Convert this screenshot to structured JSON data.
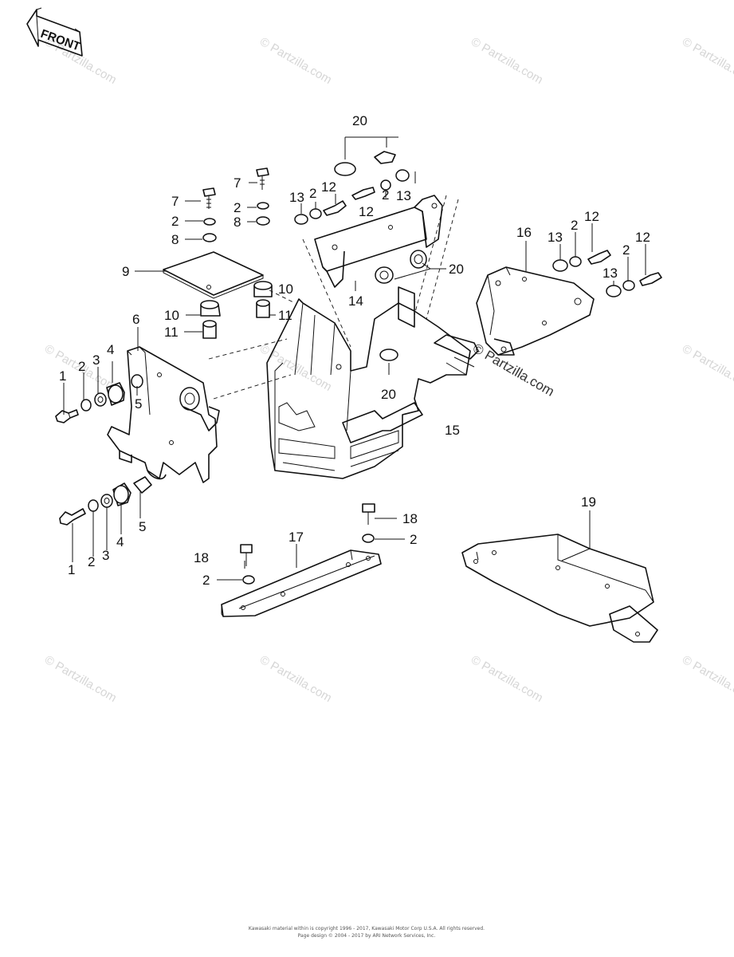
{
  "front_badge": "FRONT",
  "watermark": "© Partzilla.com",
  "callouts": {
    "p1a": "1",
    "p2a": "2",
    "p3a": "3",
    "p4a": "4",
    "p5a": "5",
    "p6": "6",
    "p1b": "1",
    "p2b": "2",
    "p3b": "3",
    "p4b": "4",
    "p5b": "5",
    "p7a": "7",
    "p7b": "7",
    "p2c": "2",
    "p2d": "2",
    "p8a": "8",
    "p8b": "8",
    "p9": "9",
    "p10a": "10",
    "p10b": "10",
    "p11a": "11",
    "p11b": "11",
    "p13a": "13",
    "p2e": "2",
    "p12a": "12",
    "p12b": "12",
    "p2f": "2",
    "p13b": "13",
    "p20a": "20",
    "p20b": "20",
    "p20c": "20",
    "p14": "14",
    "p15": "15",
    "p16": "16",
    "p13c": "13",
    "p2g": "2",
    "p12c": "12",
    "p2h": "2",
    "p12d": "12",
    "p13d": "13",
    "p17": "17",
    "p18a": "18",
    "p2i": "2",
    "p18b": "18",
    "p2j": "2",
    "p19": "19"
  },
  "footer": {
    "line1": "Kawasaki material within is copyright 1996 - 2017, Kawasaki Motor Corp U.S.A. All rights reserved.",
    "line2": "Page design © 2004 - 2017 by ARI Network Services, Inc."
  }
}
